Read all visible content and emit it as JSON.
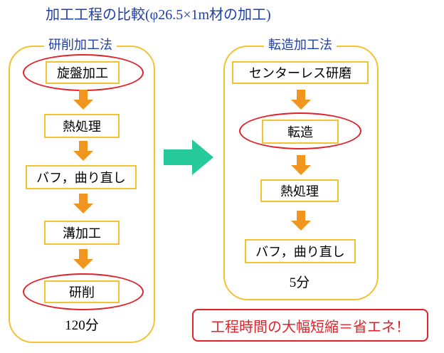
{
  "title": {
    "text": "加工工程の比較",
    "spec": "(φ26.5×1m材の加工)"
  },
  "grinding": {
    "label": "研削加工法",
    "steps": [
      "旋盤加工",
      "熱処理",
      "バフ，曲り直し",
      "溝加工",
      "研削"
    ],
    "time": "120分"
  },
  "rolling": {
    "label": "転造加工法",
    "steps": [
      "センターレス研磨",
      "転造",
      "熱処理",
      "バフ，曲り直し"
    ],
    "time": "5分"
  },
  "conclusion": "工程時間の大幅短縮＝省エネ！",
  "colors": {
    "frame": "#f2c230",
    "arrow_down": "#f0961e",
    "arrow_right": "#26c99a",
    "highlight": "#e2222a",
    "title": "#1f3fa6"
  }
}
